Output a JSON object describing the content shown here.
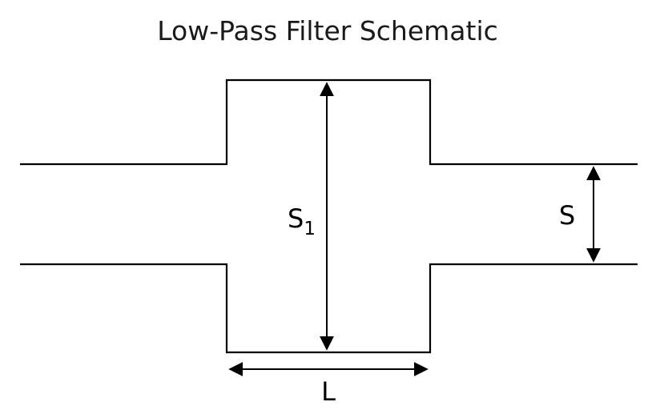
{
  "title": "Low-Pass Filter Schematic",
  "diagram": {
    "labels": {
      "s1_base": "S",
      "s1_sub": "1",
      "s": "S",
      "l": "L"
    },
    "line_color": "#000000",
    "background_color": "#ffffff"
  }
}
